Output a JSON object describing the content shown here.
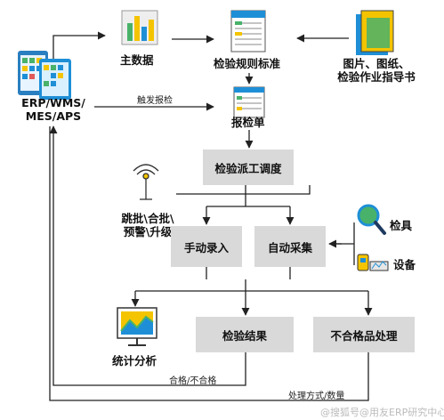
{
  "colors": {
    "accent_blue": "#1e8fd6",
    "accent_yellow": "#f4c400",
    "accent_green": "#49b26a",
    "box_gray": "#d9d9d9",
    "line": "#222222"
  },
  "nodes": {
    "erp": "ERP/WMS/\nMES/APS",
    "master_data": "主数据",
    "inspection_standard": "检验规则标准",
    "drawings": "图片、图纸、\n检验作业指导书",
    "inspection_order": "报检单",
    "dispatch": "检验派工调度",
    "skip_batch": "跳批\\合批\\\n预警\\升级",
    "manual_entry": "手动录入",
    "auto_collect": "自动采集",
    "gauge": "检具",
    "equipment": "设备",
    "statistics": "统计分析",
    "result": "检验结果",
    "nonconforming": "不合格品处理"
  },
  "edge_labels": {
    "trigger": "触发报检",
    "pass_fail": "合格/不合格",
    "handling_qty": "处理方式/数量"
  },
  "icons": [
    "tablet-icon",
    "bar-chart-icon",
    "document-icon",
    "stacked-papers-icon",
    "antenna-icon",
    "magnifier-icon",
    "device-icon",
    "monitor-chart-icon"
  ],
  "watermark": "@搜狐号@用友ERP研究中心"
}
